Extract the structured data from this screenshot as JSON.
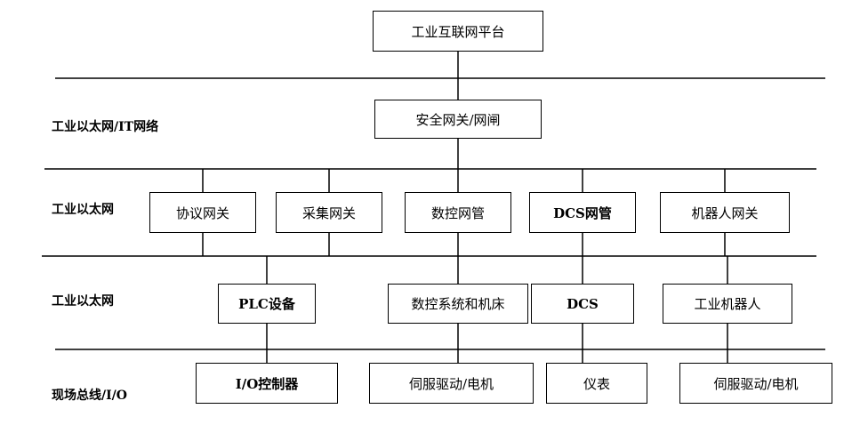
{
  "platform": {
    "label": "工业互联网平台"
  },
  "gateway": {
    "label": "安全网关/网闸"
  },
  "layers": [
    {
      "label": "工业以太网/IT网络"
    },
    {
      "label": "工业以太网"
    },
    {
      "label": "工业以太网"
    },
    {
      "label": "现场总线/I/O"
    }
  ],
  "gateways_row": [
    {
      "label": "协议网关"
    },
    {
      "label": "采集网关"
    },
    {
      "label": "数控网管"
    },
    {
      "label": "DCS网管"
    },
    {
      "label": "机器人网关"
    }
  ],
  "devices_row": [
    {
      "label": "PLC设备"
    },
    {
      "label": "数控系统和机床"
    },
    {
      "label": "DCS"
    },
    {
      "label": "工业机器人"
    }
  ],
  "field_row": [
    {
      "label": "I/O控制器"
    },
    {
      "label": "伺服驱动/电机"
    },
    {
      "label": "仪表"
    },
    {
      "label": "伺服驱动/电机"
    }
  ]
}
